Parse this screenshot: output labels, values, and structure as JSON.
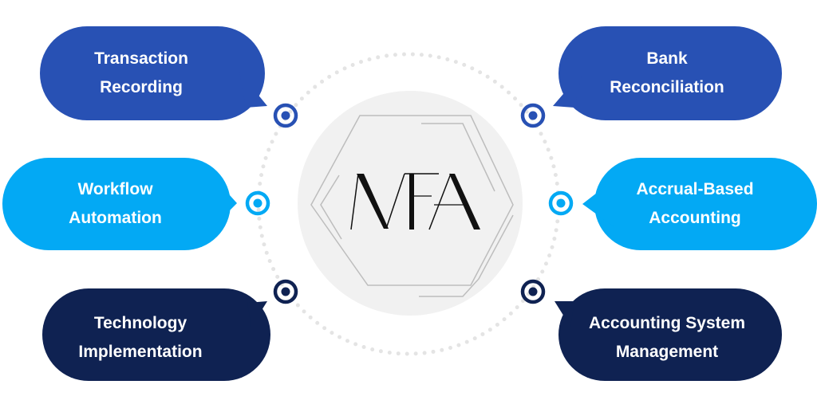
{
  "center": {
    "logo_text": "MFA"
  },
  "colors": {
    "royal_blue": "#2851B4",
    "sky_blue": "#03A9F4",
    "navy": "#0F2252",
    "center_circle": "#F1F1F1",
    "hex_line": "#BDBDBD",
    "dots": "#E6E6E6"
  },
  "nodes": [
    {
      "id": "transaction-recording",
      "line1": "Transaction",
      "line2": "Recording",
      "side": "left",
      "color": "#2851B4"
    },
    {
      "id": "workflow-automation",
      "line1": "Workflow",
      "line2": "Automation",
      "side": "left",
      "color": "#03A9F4"
    },
    {
      "id": "technology-implementation",
      "line1": "Technology",
      "line2": "Implementation",
      "side": "left",
      "color": "#0F2252"
    },
    {
      "id": "bank-reconciliation",
      "line1": "Bank",
      "line2": "Reconciliation",
      "side": "right",
      "color": "#2851B4"
    },
    {
      "id": "accrual-based-accounting",
      "line1": "Accrual-Based",
      "line2": "Accounting",
      "side": "right",
      "color": "#03A9F4"
    },
    {
      "id": "accounting-system-management",
      "line1": "Accounting System",
      "line2": "Management",
      "side": "right",
      "color": "#0F2252"
    }
  ]
}
